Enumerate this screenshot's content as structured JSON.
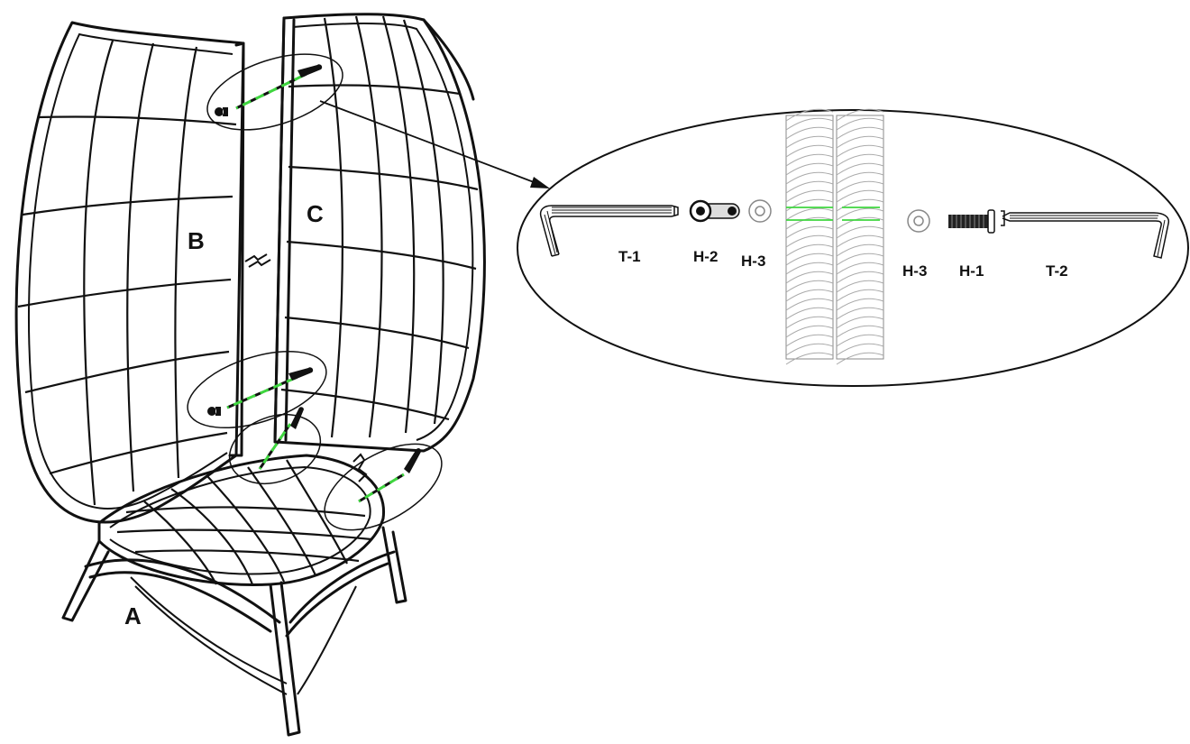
{
  "parts": {
    "a": "A",
    "b": "B",
    "c": "C"
  },
  "detail": {
    "t1": "T-1",
    "h2": "H-2",
    "h3_left": "H-3",
    "h3_right": "H-3",
    "h1": "H-1",
    "t2": "T-2"
  },
  "colors": {
    "line": "#111111",
    "alignment_marker": "#3fd63f"
  },
  "icons": {
    "t1": "allen-key-icon",
    "h2": "barrel-nut-icon",
    "h3": "washer-icon",
    "h1": "bolt-icon",
    "t2": "allen-key-icon"
  }
}
